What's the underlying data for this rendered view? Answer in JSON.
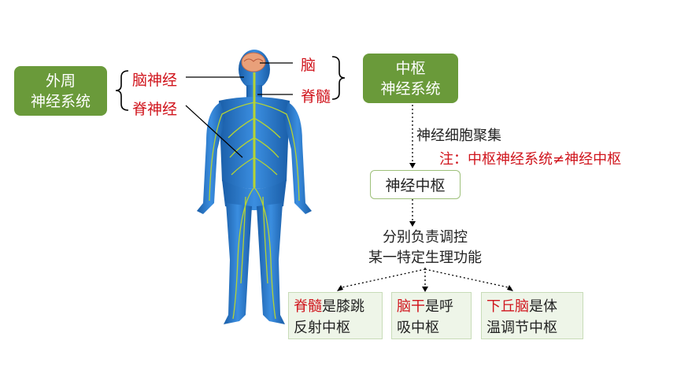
{
  "peripheral_box": {
    "line1": "外周",
    "line2": "神经系统"
  },
  "peripheral_parts": {
    "brain_nerve": "脑神经",
    "spinal_nerve": "脊神经"
  },
  "central_parts": {
    "brain": "脑",
    "spinal_cord": "脊髓"
  },
  "central_box": {
    "line1": "中枢",
    "line2": "神经系统"
  },
  "flow": {
    "step1": "神经细胞聚集",
    "note": "注：中枢神经系统≠神经中枢",
    "center_box": "神经中枢",
    "step2_line1": "分别负责调控",
    "step2_line2": "某一特定生理功能"
  },
  "examples": [
    {
      "highlight": "脊髓",
      "rest1": "是膝跳",
      "line2": "反射中枢"
    },
    {
      "highlight": "脑干",
      "rest1": "是呼",
      "line2": "吸中枢"
    },
    {
      "highlight": "下丘脑",
      "rest1": "是体",
      "line2": "温调节中枢"
    }
  ],
  "colors": {
    "green": "#6a9a3a",
    "red": "#d0141c",
    "body_blue": "#1e6fb8",
    "nerve_green": "#b5d334"
  }
}
